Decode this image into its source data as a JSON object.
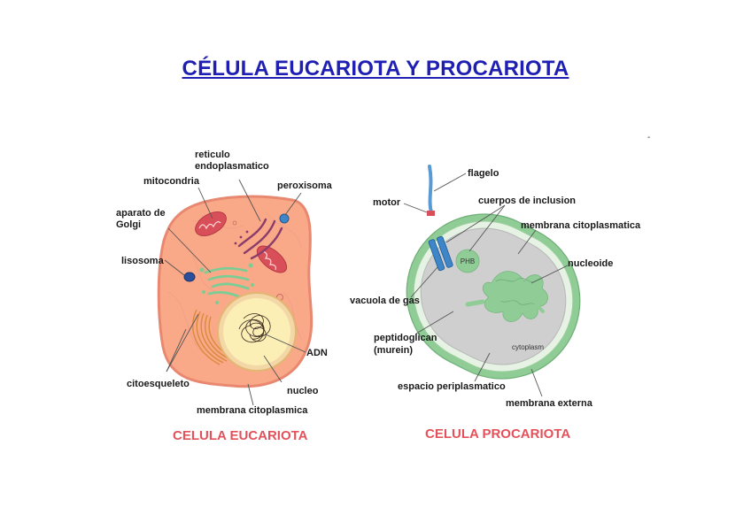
{
  "title": "CÉLULA EUCARIOTA Y PROCARIOTA",
  "stray_mark": "-",
  "eukaryote": {
    "caption": "CELULA EUCARIOTA",
    "labels": {
      "reticulo_line1": "reticulo",
      "reticulo_line2": "endoplasmatico",
      "mitocondria": "mitocondria",
      "peroxisoma": "peroxisoma",
      "aparato_line1": "aparato de",
      "aparato_line2": "Golgi",
      "lisosoma": "lisosoma",
      "adn": "ADN",
      "citoesqueleto": "citoesqueleto",
      "nucleo": "nucleo",
      "membrana": "membrana citoplasmica"
    }
  },
  "prokaryote": {
    "caption": "CELULA PROCARIOTA",
    "labels": {
      "flagelo": "flagelo",
      "motor": "motor",
      "cuerpos": "cuerpos de inclusion",
      "membrana_citoplasmatica": "membrana citoplasmatica",
      "nucleoide": "nucleoide",
      "vacuola": "vacuola de gas",
      "phb": "PHB",
      "peptidoglican_line1": "peptidoglican",
      "peptidoglican_line2": "(murein)",
      "cytoplasm": "cytoplasm",
      "espacio": "espacio periplasmatico",
      "membrana_externa": "membrana externa"
    }
  },
  "colors": {
    "title": "#1f1fb3",
    "caption": "#e3525a",
    "cytoplasm_euk": "#f9a888",
    "nucleus": "#fbefb5",
    "cell_wall_pro": "#8fcc96",
    "cytoplasm_pro": "#cfcfcf",
    "gas_vacuole": "#3f86c9"
  }
}
